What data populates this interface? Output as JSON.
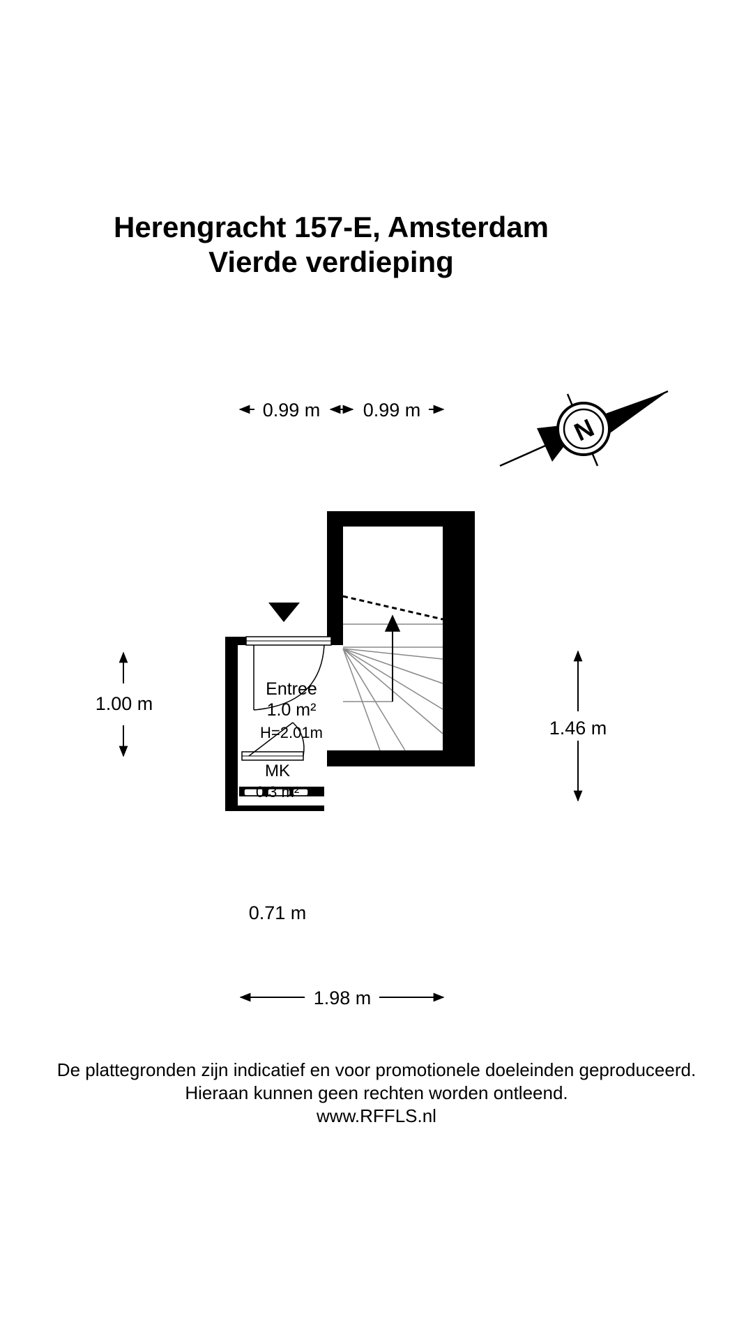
{
  "title": {
    "address": "Herengracht 157-E, Amsterdam",
    "floor": "Vierde verdieping"
  },
  "dimensions": {
    "top_left": "0.99 m",
    "top_right": "0.99 m",
    "left_height": "1.00 m",
    "right_height": "1.46 m",
    "bottom_short": "0.71 m",
    "bottom_total": "1.98 m"
  },
  "rooms": {
    "entree": {
      "name": "Entree",
      "area": "1.0 m²",
      "height": "H=2.01m"
    },
    "mk": {
      "name": "MK",
      "area": "0.3 m²"
    }
  },
  "compass": {
    "letter": "N",
    "icon": "north-arrow-icon"
  },
  "disclaimer": {
    "line1": "De plattegronden zijn indicatief en voor promotionele doeleinden geproduceerd.",
    "line2": "Hieraan kunnen geen rechten worden ontleend.",
    "line3": "www.RFFLS.nl"
  },
  "colors": {
    "walls": "#000000",
    "background": "#ffffff",
    "stair_lines": "#888888"
  }
}
